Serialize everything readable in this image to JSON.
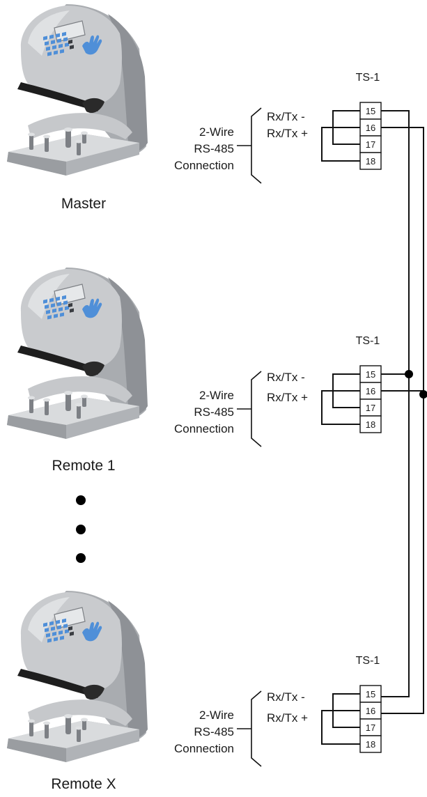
{
  "units": [
    {
      "device_label": "Master",
      "connection_label_lines": [
        "2-Wire",
        "RS-485",
        "Connection"
      ],
      "terminal_block_label": "TS-1",
      "signals": [
        "Rx/Tx -",
        "Rx/Tx +"
      ],
      "terminals": [
        "15",
        "16",
        "17",
        "18"
      ]
    },
    {
      "device_label": "Remote 1",
      "connection_label_lines": [
        "2-Wire",
        "RS-485",
        "Connection"
      ],
      "terminal_block_label": "TS-1",
      "signals": [
        "Rx/Tx -",
        "Rx/Tx +"
      ],
      "terminals": [
        "15",
        "16",
        "17",
        "18"
      ]
    },
    {
      "device_label": "Remote X",
      "connection_label_lines": [
        "2-Wire",
        "RS-485",
        "Connection"
      ],
      "terminal_block_label": "TS-1",
      "signals": [
        "Rx/Tx -",
        "Rx/Tx +"
      ],
      "terminals": [
        "15",
        "16",
        "17",
        "18"
      ]
    }
  ],
  "colors": {
    "device_body": "#c4c6c9",
    "device_shadow": "#8e9196",
    "device_dark": "#2a2a2a",
    "keypad": "#4f8fd8",
    "display": "#e6e8ea",
    "wire": "#111111"
  },
  "icons": [
    "hand-reader-device",
    "hand-icon",
    "keypad",
    "ellipsis-dots"
  ]
}
